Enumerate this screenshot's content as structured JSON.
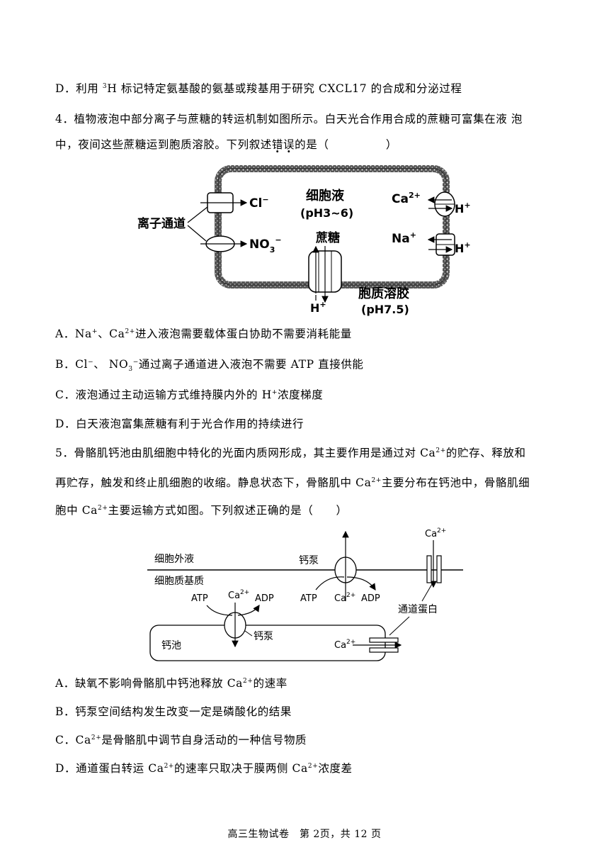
{
  "q3": {
    "option_d_pre": "D．利用 ",
    "option_d_sup": "3",
    "option_d_post": "H 标记特定氨基酸的氨基或羧基用于研究 CXCL17 的合成和分泌过程"
  },
  "q4": {
    "stem_line1": "4．植物液泡中部分离子与蔗糖的转运机制如图所示。白天光合作用合成的蔗糖可富集在液  泡",
    "stem_line2_pre": "中，夜间这些蔗糖运到胞质溶胶。下列叙述",
    "stem_line2_emph1": "错",
    "stem_line2_emph2": "误",
    "stem_line2_post": "的是（　　　　　）",
    "figure": {
      "cl": "Cl",
      "cl_sup": "−",
      "vacuole_label": "细胞液",
      "vacuole_ph": "(pH3~6)",
      "ca": "Ca",
      "ca_sup": "2+",
      "h": "H",
      "h_sup": "+",
      "ion_channel": "离子通道",
      "no3": "NO",
      "no3_sub": "3",
      "no3_sup": "−",
      "sucrose": "蔗糖",
      "na": "Na",
      "na_sup": "+",
      "cytosol_label": "胞质溶胶",
      "cytosol_ph": "(pH7.5)"
    },
    "option_a_pre": "A．Na",
    "option_a_sup1": "+",
    "option_a_mid": "、Ca",
    "option_a_sup2": "2+",
    "option_a_post": "进入液泡需要载体蛋白协助不需要消耗能量",
    "option_b_pre": "B．Cl",
    "option_b_sup1": "−",
    "option_b_mid": "、 NO",
    "option_b_sub": "3",
    "option_b_sup2": "−",
    "option_b_post": "通过离子通道进入液泡不需要  ATP  直接供能",
    "option_c_pre": "C．液泡通过主动运输方式维持膜内外的  H",
    "option_c_sup": "+",
    "option_c_post": "浓度梯度",
    "option_d": "D．白天液泡富集蔗糖有利于光合作用的持续进行"
  },
  "q5": {
    "stem_line1_pre": "5．骨骼肌钙池由肌细胞中特化的光面内质网形成，其主要作用是通过对 Ca",
    "stem_line1_sup": "2+",
    "stem_line1_post": "的贮存、释放和",
    "stem_line2_pre": "再贮存，触发和终止肌细胞的收缩。静息状态下，骨骼肌中 Ca",
    "stem_line2_sup": "2+",
    "stem_line2_post": "主要分布在钙池中，骨骼肌细",
    "stem_line3_pre": "胞中 Ca",
    "stem_line3_sup": "2+",
    "stem_line3_post": "主要运输方式如图。下列叙述正确的是（　　）",
    "figure": {
      "ca": "Ca",
      "ca_sup": "2+",
      "extracellular": "细胞外液",
      "matrix": "细胞质基质",
      "pump": "钙泵",
      "atp": "ATP",
      "adp": "ADP",
      "channel_protein": "通道蛋白",
      "calcium_pool": "钙池"
    },
    "option_a_pre": "A．缺氧不影响骨骼肌中钙池释放 Ca",
    "option_a_sup": "2+",
    "option_a_post": "的速率",
    "option_b": "B．钙泵空间结构发生改变一定是磷酸化的结果",
    "option_c_pre": "C．Ca",
    "option_c_sup": "2+",
    "option_c_post": "是骨骼肌中调节自身活动的一种信号物质",
    "option_d_pre": "D．通道蛋白转运 Ca",
    "option_d_sup1": "2+",
    "option_d_mid": "的速率只取决于膜两侧 Ca",
    "option_d_sup2": "2+",
    "option_d_post": "浓度差"
  },
  "footer": "高三生物试卷　第 2页，共 12 页"
}
